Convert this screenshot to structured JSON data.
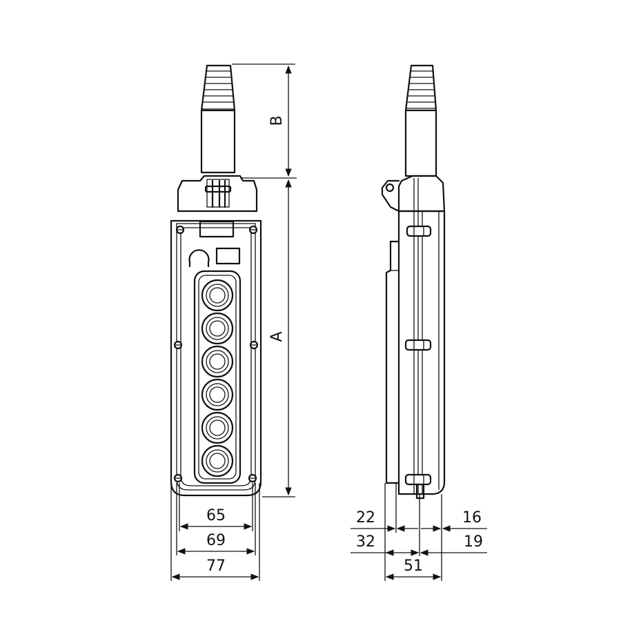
{
  "dimension_labels": {
    "front": {
      "height_total": "A",
      "height_cable": "B",
      "width_1": "65",
      "width_2": "69",
      "width_3": "77"
    },
    "side": {
      "depth_left_1": "22",
      "depth_left_2": "32",
      "depth_right_1": "16",
      "depth_right_2": "19",
      "depth_total": "51"
    }
  },
  "button_count": 6
}
